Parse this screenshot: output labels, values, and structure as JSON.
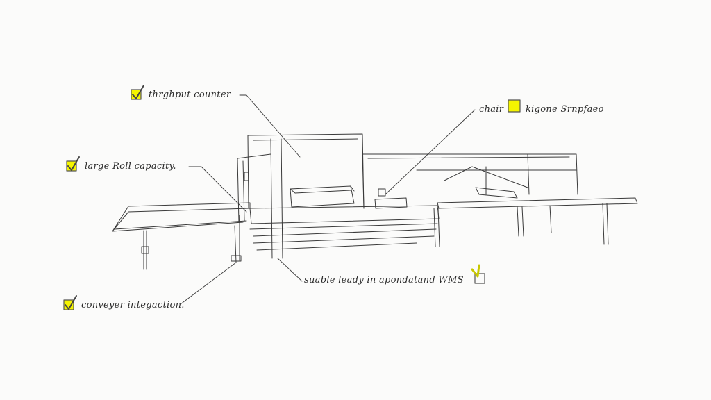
{
  "diagram": {
    "callouts": [
      {
        "id": "throughput",
        "text": "thrghput counter",
        "checked": true
      },
      {
        "id": "roll",
        "text": "large  Roll capacity.",
        "checked": true
      },
      {
        "id": "conveyor",
        "text": "conveyer  integaction.",
        "checked": true
      },
      {
        "id": "chair",
        "text": "chair",
        "checked": false
      },
      {
        "id": "sensor",
        "text": "kigone  Srnpfaeo",
        "checked": false
      },
      {
        "id": "wms",
        "text": "suable leady in apondatand WMS",
        "checked": true
      }
    ],
    "colors": {
      "ink": "#3a3a3a",
      "highlight": "#e6e600",
      "check": "#4d4d00",
      "paper": "#fbfbfa"
    }
  }
}
